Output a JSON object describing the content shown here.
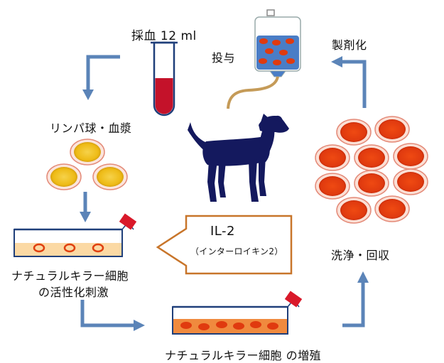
{
  "labels": {
    "blood_draw": "採血 12 ml",
    "administration": "投与",
    "formulation": "製剤化",
    "lymphocytes_plasma": "リンパ球・血漿",
    "wash_collect": "洗浄・回収",
    "nk_activation_line1": "ナチュラルキラー細胞",
    "nk_activation_line2": "の活性化刺激",
    "nk_proliferation": "ナチュラルキラー細胞 の増殖",
    "il2": "IL-2",
    "il2_reading": "（インターロイキン2）"
  },
  "colors": {
    "arrow": "#5b84b8",
    "blood": "#c4122a",
    "tube_outline": "#1f3f7a",
    "dog": "#14195e",
    "lymph_cell": "#eebd1c",
    "nk_cell": "#e03a0f",
    "il2_arrow": "#c8752a",
    "flask_cap": "#d9192a",
    "iv_tube": "#c59b58",
    "iv_bag_fill": "#4a7dc6"
  },
  "icons": [
    "blood-tube-icon",
    "iv-bag-icon",
    "dog-icon",
    "culture-flask-icon",
    "cell-icon"
  ]
}
